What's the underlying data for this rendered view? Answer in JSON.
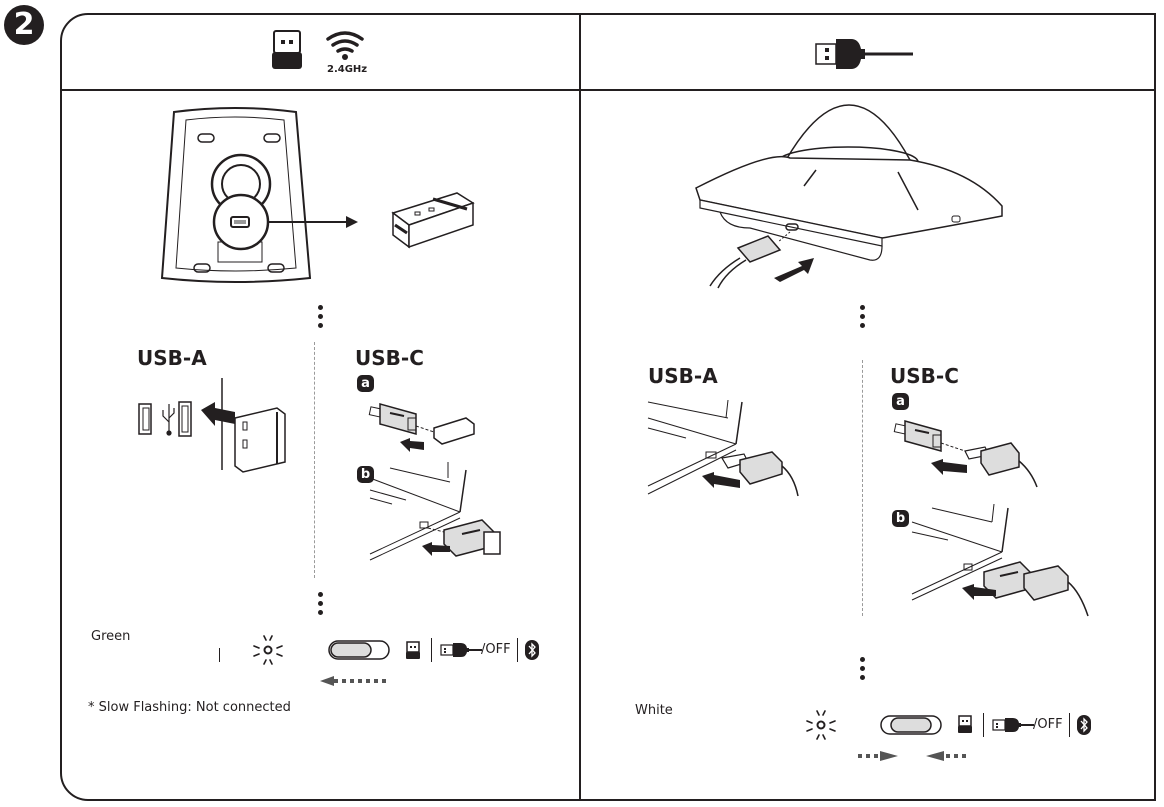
{
  "step": {
    "number": "2"
  },
  "left_panel": {
    "header": {
      "icons": [
        "usb-receiver-icon",
        "wireless-signal-icon"
      ],
      "frequency_label": "2.4GHz"
    },
    "usb_a": {
      "title": "USB-A"
    },
    "usb_c": {
      "title": "USB-C",
      "step_a": "a",
      "step_b": "b"
    },
    "status": {
      "led_color_label": "Green",
      "switch_modes": [
        "receiver",
        "cable/OFF",
        "bluetooth"
      ],
      "off_label": "/OFF",
      "note": "* Slow Flashing: Not connected"
    }
  },
  "right_panel": {
    "header": {
      "icons": [
        "usb-cable-icon"
      ]
    },
    "usb_a": {
      "title": "USB-A"
    },
    "usb_c": {
      "title": "USB-C",
      "step_a": "a",
      "step_b": "b"
    },
    "status": {
      "led_color_label": "White",
      "switch_modes": [
        "receiver",
        "cable/OFF",
        "bluetooth"
      ],
      "off_label": "/OFF"
    }
  }
}
